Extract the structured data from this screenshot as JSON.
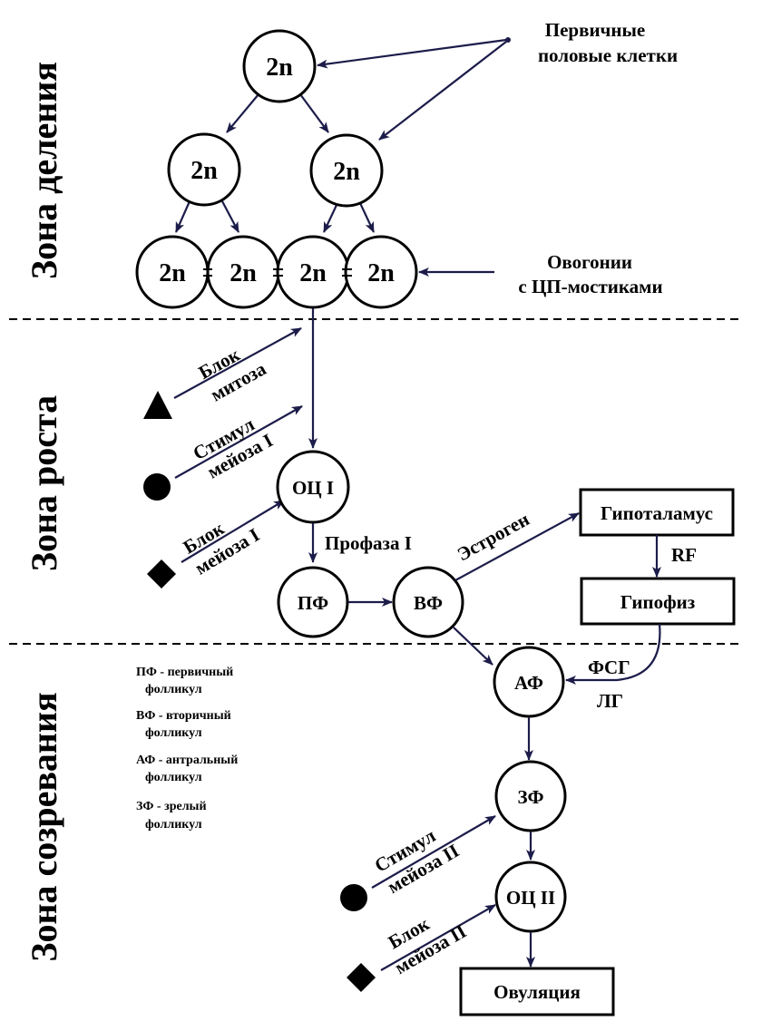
{
  "zones": {
    "division": "Зона деления",
    "growth": "Зона роста",
    "maturation": "Зона созревания"
  },
  "cells": {
    "diploid": "2n",
    "oc1": "ОЦ I",
    "pf": "ПФ",
    "vf": "ВФ",
    "af": "АФ",
    "zf": "ЗФ",
    "oc2": "ОЦ II"
  },
  "labels": {
    "primary_line1": "Первичные",
    "primary_line2": "половые клетки",
    "oogonia_line1": "Овогонии",
    "oogonia_line2": "с ЦП-мостиками",
    "block_mitosis_line1": "Блок",
    "block_mitosis_line2": "митоза",
    "stim_meiosis1_line1": "Стимул",
    "stim_meiosis1_line2": "мейоза I",
    "block_meiosis1_line1": "Блок",
    "block_meiosis1_line2": "мейоза I",
    "prophase": "Профаза I",
    "estrogen": "Эстроген",
    "hypothalamus": "Гипоталамус",
    "rf": "RF",
    "pituitary": "Гипофиз",
    "fsh": "ФСГ",
    "lh": "ЛГ",
    "stim_meiosis2_line1": "Стимул",
    "stim_meiosis2_line2": "мейоза II",
    "block_meiosis2_line1": "Блок",
    "block_meiosis2_line2": "мейоза II",
    "ovulation": "Овуляция"
  },
  "legend": [
    {
      "abbr": "ПФ - первичный",
      "desc": "фолликул"
    },
    {
      "abbr": "ВФ - вторичный",
      "desc": "фолликул"
    },
    {
      "abbr": "АФ - антральный",
      "desc": "фолликул"
    },
    {
      "abbr": "ЗФ - зрелый",
      "desc": "фолликул"
    }
  ],
  "symbols": {
    "triangle": "triangle-icon",
    "circle": "circle-icon",
    "diamond": "diamond-icon"
  }
}
